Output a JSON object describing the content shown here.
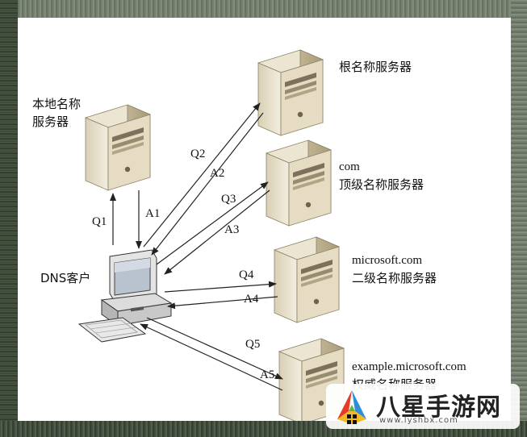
{
  "nodes": {
    "local": {
      "line1": "本地名称",
      "line2": "服务器"
    },
    "root": {
      "label": "根名称服务器"
    },
    "com": {
      "line1": "com",
      "line2": "顶级名称服务器"
    },
    "microsoft": {
      "line1": "microsoft.com",
      "line2": "二级名称服务器"
    },
    "example": {
      "line1": "example.microsoft.com",
      "line2": "权威名称服务器"
    },
    "client": {
      "label": "DNS客户"
    }
  },
  "arrows": {
    "q1": "Q1",
    "a1": "A1",
    "q2": "Q2",
    "a2": "A2",
    "q3": "Q3",
    "a3": "A3",
    "q4": "Q4",
    "a4": "A4",
    "q5": "Q5",
    "a5": "A5"
  },
  "watermark": {
    "text": "八星手游网",
    "url": "www.lyshbx.com"
  }
}
